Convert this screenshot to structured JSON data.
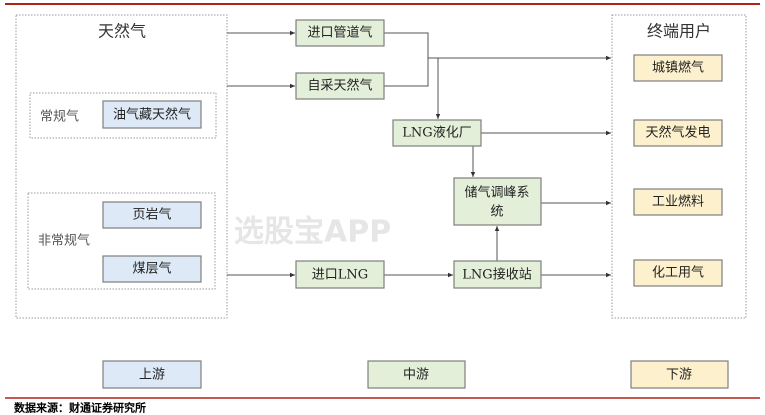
{
  "upstream": {
    "title": "天然气",
    "conventional": {
      "label": "常规气",
      "items": [
        "油气藏天然气"
      ]
    },
    "unconventional": {
      "label": "非常规气",
      "items": [
        "页岩气",
        "煤层气"
      ]
    }
  },
  "midstream": {
    "import_pipeline": "进口管道气",
    "domestic": "自采天然气",
    "lng_plant": "LNG液化厂",
    "storage_line1": "储气调峰系",
    "storage_line2": "统",
    "import_lng": "进口LNG",
    "lng_terminal": "LNG接收站"
  },
  "downstream": {
    "title": "终端用户",
    "items": [
      "城镇燃气",
      "天然气发电",
      "工业燃料",
      "化工用气"
    ]
  },
  "legend": {
    "upstream": "上游",
    "midstream": "中游",
    "downstream": "下游"
  },
  "colors": {
    "upstream": "#dde9f6",
    "midstream": "#e3efd9",
    "downstream": "#fdf0cd",
    "rule": "#b02418"
  },
  "watermark": "选股宝APP",
  "source": "数据来源：财通证券研究所"
}
